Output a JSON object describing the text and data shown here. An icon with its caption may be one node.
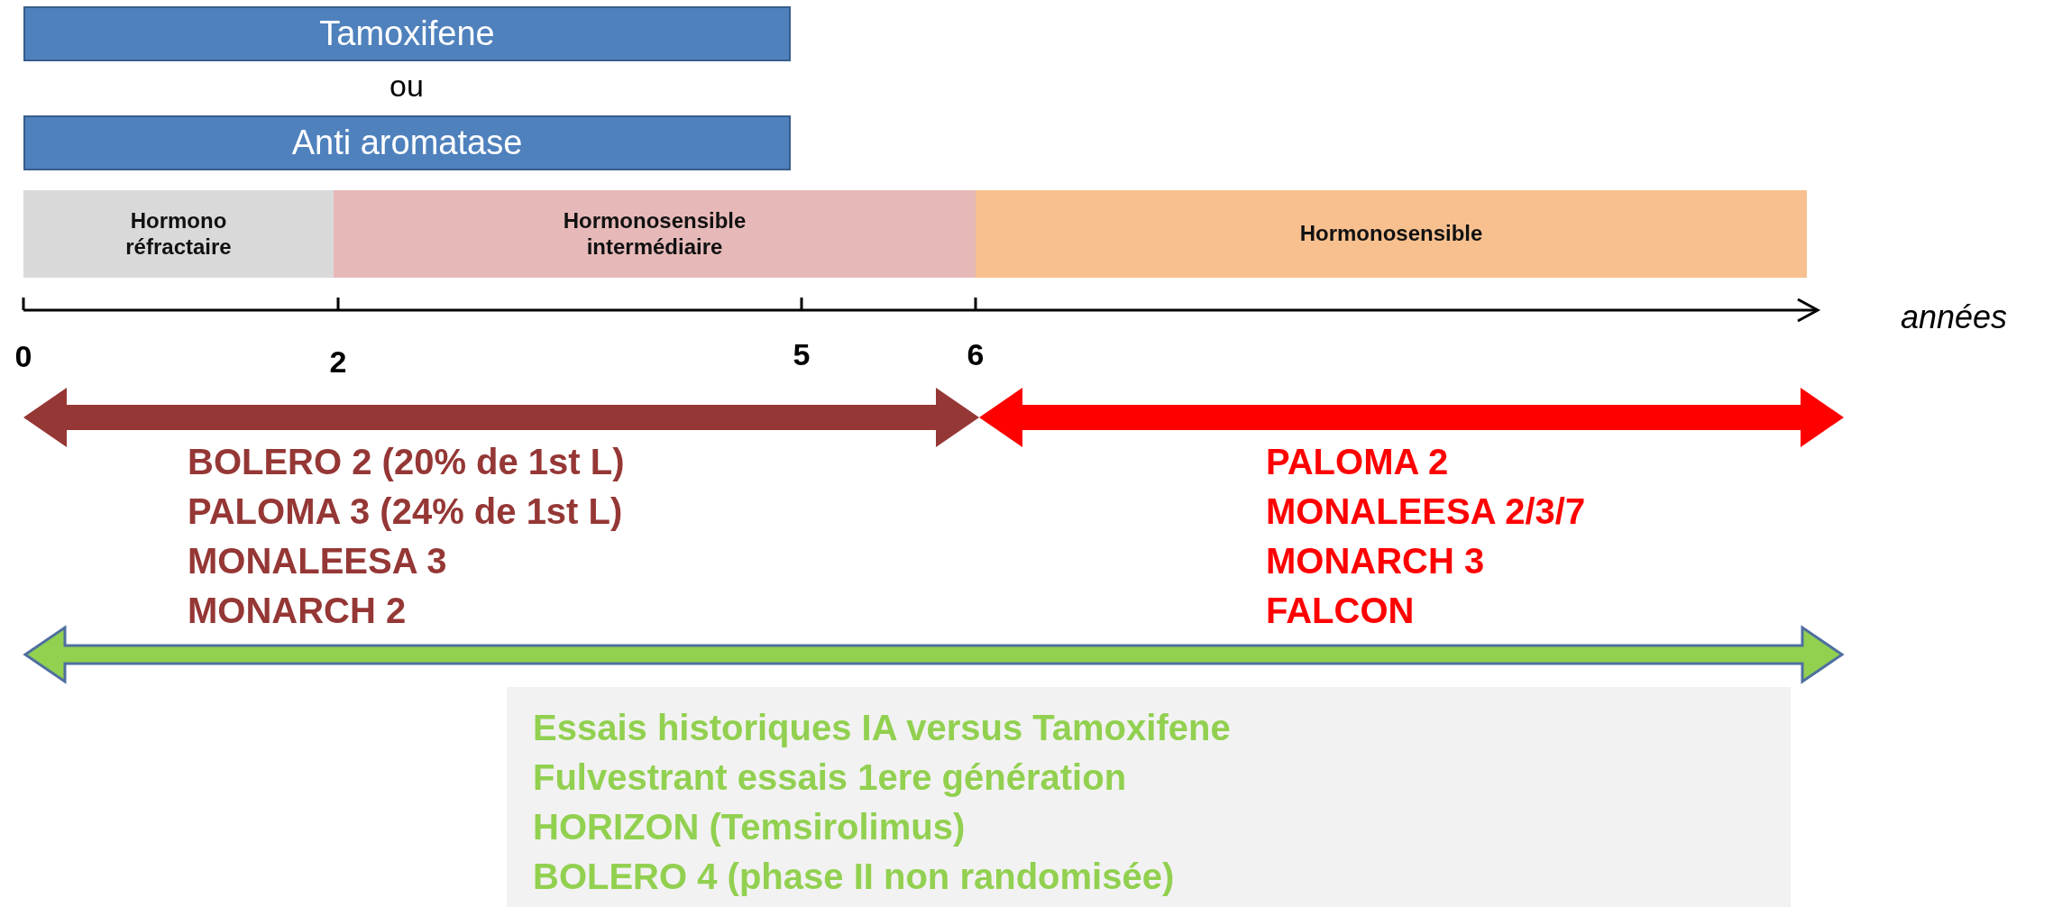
{
  "diagram": {
    "nodes": [
      {
        "text": [
          "Tamoxifene"
        ]
      },
      {
        "text": [
          "Anti aromatase"
        ]
      },
      {
        "text": [
          "Hormono réfractaire"
        ]
      },
      {
        "text": [
          "Hormonosensible intermédiaire"
        ]
      },
      {
        "text": [
          "Hormonosensible"
        ]
      },
      {
        "text": [
          "Essais historiques IA versus Tamoxifene",
          "Fulvestrant essais 1ere génération",
          "HORIZON (Temsirolimus)",
          "BOLERO 4 (phase II non randomisée)"
        ]
      }
    ],
    "edges": [],
    "labels": [
      "ou",
      "0",
      "2",
      "5",
      "6",
      "années",
      "BOLERO 2 (20% de 1st L)",
      "PALOMA 3 (24% de 1st L)",
      "MONALEESA 3",
      "MONARCH 2",
      "PALOMA 2",
      "MONALEESA 2/3/7",
      "MONARCH 3",
      "FALCON"
    ]
  }
}
